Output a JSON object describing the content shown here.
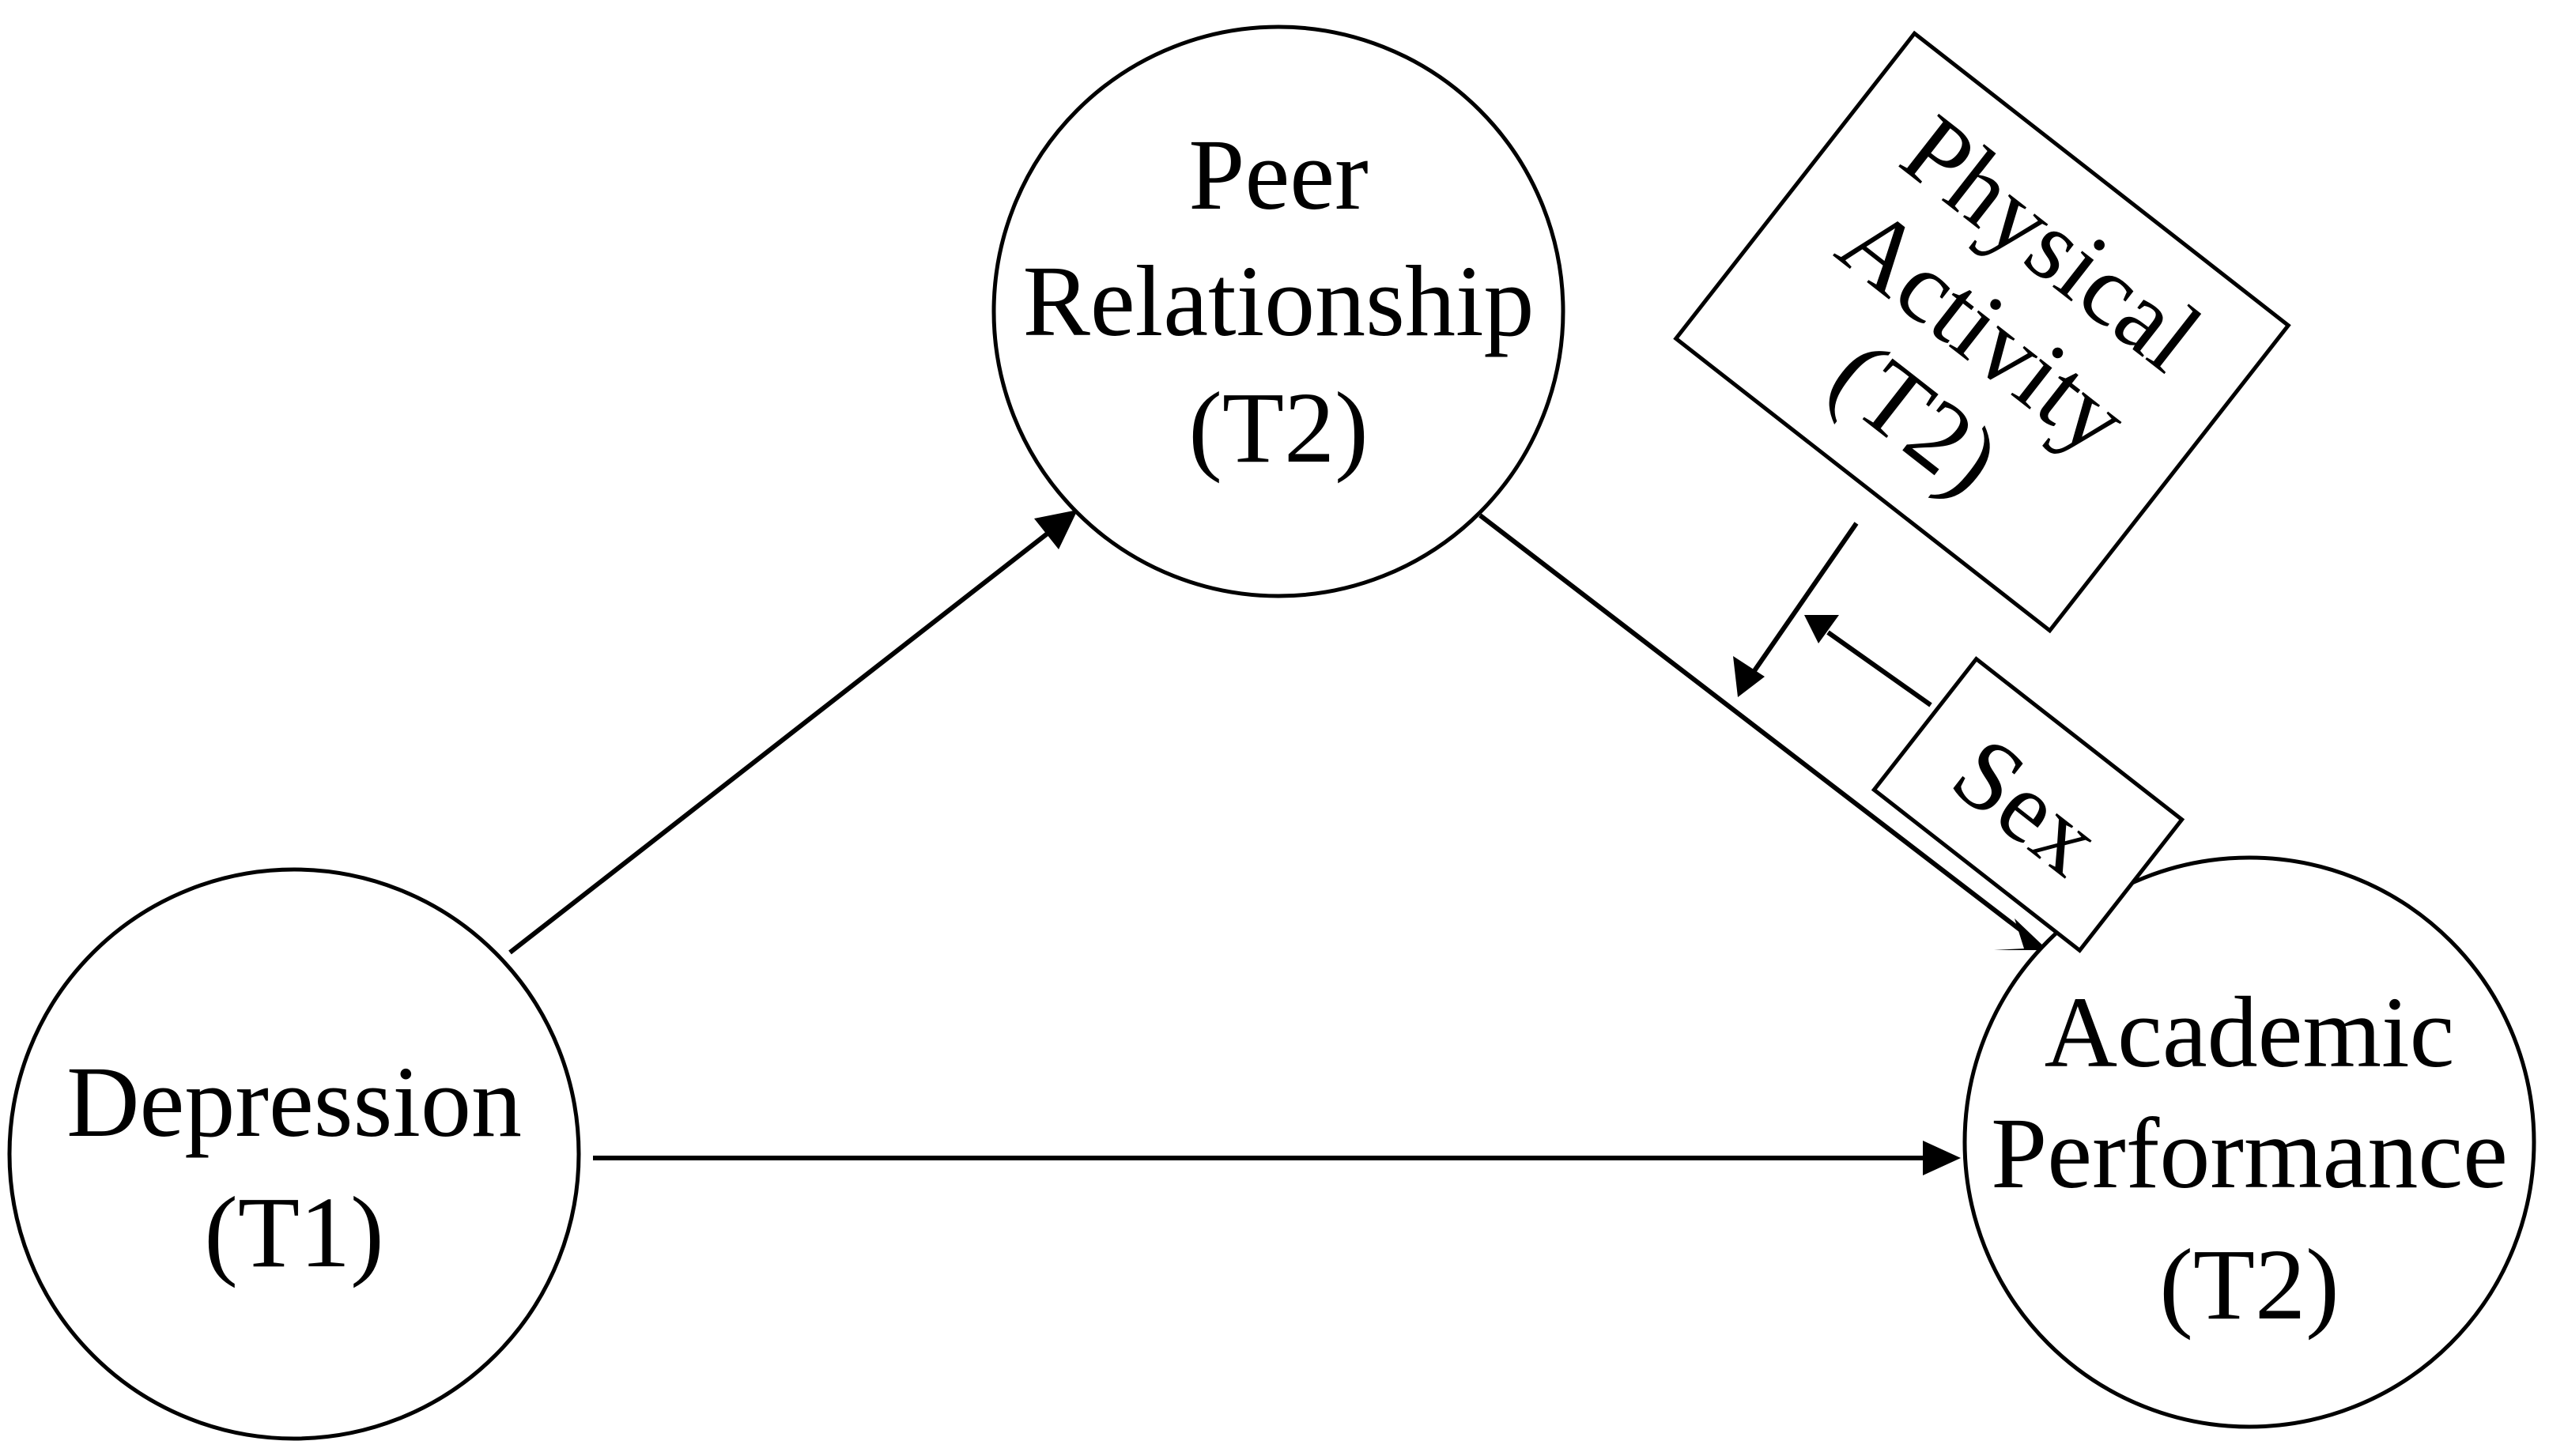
{
  "nodes": {
    "peer": {
      "lines": [
        "Peer",
        "Relationship",
        "(T2)"
      ]
    },
    "depression": {
      "lines": [
        "Depression",
        "(T1)"
      ]
    },
    "academic": {
      "lines": [
        "Academic",
        "Performance",
        "(T2)"
      ]
    },
    "activity": {
      "lines": [
        "Physical",
        "Activity",
        "(T2)"
      ]
    },
    "sex": {
      "lines": [
        "Sex"
      ]
    }
  },
  "colors": {
    "stroke": "#000000",
    "background": "#ffffff"
  }
}
